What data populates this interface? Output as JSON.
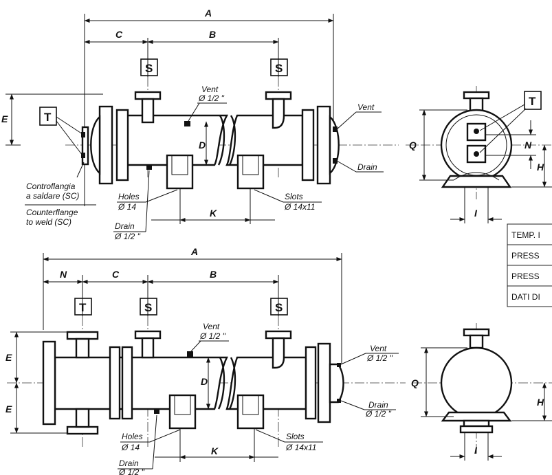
{
  "top": {
    "dims": {
      "A": "A",
      "B": "B",
      "C": "C",
      "D": "D",
      "E": "E",
      "K": "K",
      "Q": "Q",
      "N": "N",
      "H": "H",
      "I": "I"
    },
    "box_T": "T",
    "box_S": "S",
    "vent_label": "Vent",
    "vent_size": "Ø 1/2 \"",
    "vent_side": "Vent",
    "drain_side": "Drain",
    "holes_label": "Holes",
    "holes_size": "Ø 14",
    "slots_label": "Slots",
    "slots_size": "Ø 14x11",
    "drain_label": "Drain",
    "drain_size": "Ø 1/2 \"",
    "counterflange_it_1": "Controflangia",
    "counterflange_it_2": "a saldare (SC)",
    "counterflange_en_1": "Counterflange",
    "counterflange_en_2": "to weld  (SC)"
  },
  "bottom": {
    "dims": {
      "A": "A",
      "B": "B",
      "C": "C",
      "D": "D",
      "E1": "E",
      "E2": "E",
      "K": "K",
      "N": "N",
      "Q": "Q",
      "H": "H",
      "I": "I"
    },
    "box_T": "T",
    "box_S": "S",
    "vent_label": "Vent",
    "vent_size": "Ø 1/2 \"",
    "vent_side": "Vent",
    "vent_side_size": "Ø 1/2 \"",
    "drain_side": "Drain",
    "drain_side_size": "Ø 1/2 \"",
    "holes_label": "Holes",
    "holes_size": "Ø 14",
    "slots_label": "Slots",
    "slots_size": "Ø 14x11",
    "drain_label": "Drain",
    "drain_size": "Ø 1/2 \""
  },
  "table": {
    "rows": [
      "TEMP. I",
      "PRESS",
      "PRESS",
      "DATI DI"
    ]
  }
}
